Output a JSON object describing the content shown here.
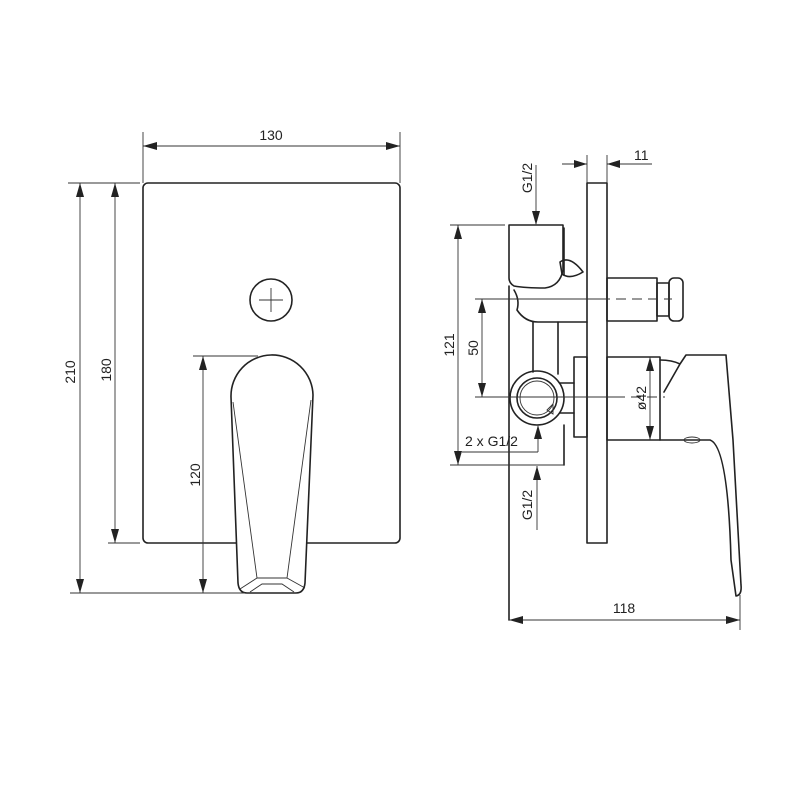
{
  "drawing": {
    "front_view": {
      "width_label": "130",
      "total_height_label": "210",
      "plate_height_label": "180",
      "lever_height_label": "120"
    },
    "side_view": {
      "plate_thickness_label": "11",
      "top_inlet_label": "G1/2",
      "body_height_label": "121",
      "axis_spacing_label": "50",
      "hub_diameter_label": "ø42",
      "side_inlets_label": "2 x G1/2",
      "bottom_outlet_label": "G1/2",
      "depth_label": "118"
    }
  }
}
